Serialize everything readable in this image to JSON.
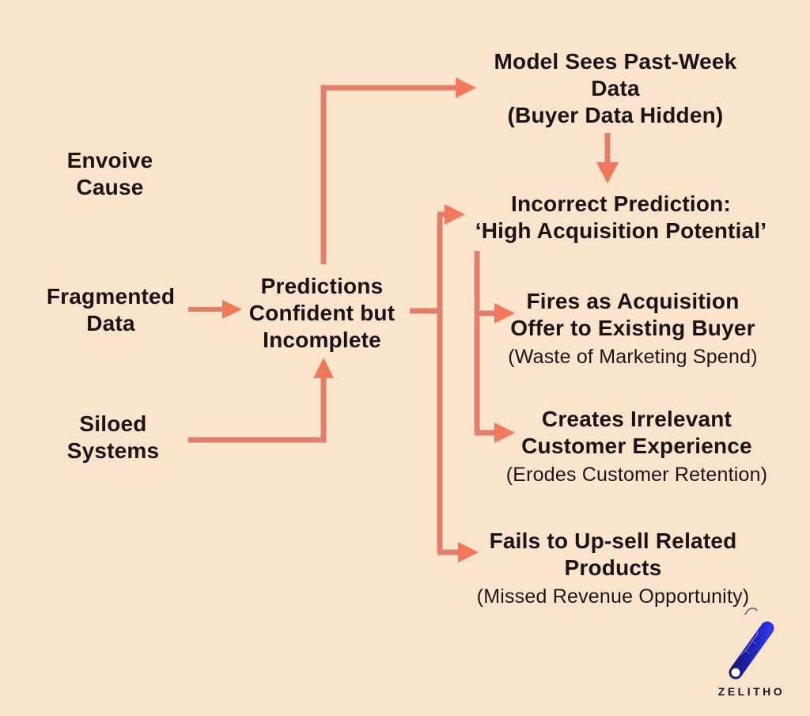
{
  "theme": {
    "bg": "#fce4cc",
    "text": "#1c1318",
    "line": "#e0806b",
    "arrowhead": "#f2785c",
    "logo-dark": "#141062",
    "logo-mid": "#1d1faa",
    "logo-bright": "#2e36e8",
    "logo-text": "#1a1122"
  },
  "diagram": {
    "cause_label": {
      "line1": "Envoive",
      "line2": "Cause"
    },
    "causes": {
      "fragmented": {
        "line1": "Fragmented",
        "line2": "Data"
      },
      "siloed": {
        "line1": "Siloed",
        "line2": "Systems"
      }
    },
    "central": {
      "line1": "Predictions",
      "line2": "Confident but",
      "line3": "Incomplete"
    },
    "model_sees": {
      "line1": "Model Sees Past-Week",
      "line2": "Data",
      "line3": "(Buyer Data Hidden)"
    },
    "incorrect_prediction": {
      "line1": "Incorrect Prediction:",
      "line2": "‘High Acquisition Potential’"
    },
    "outcomes": [
      {
        "line1": "Fires as Acquisition",
        "line2": "Offer to Existing Buyer",
        "note": "(Waste of Marketing Spend)"
      },
      {
        "line1": "Creates Irrelevant",
        "line2": "Customer Experience",
        "note": "(Erodes Customer Retention)"
      },
      {
        "line1": "Fails to Up-sell Related",
        "line2": "Products",
        "note": "(Missed Revenue Opportunity)"
      }
    ]
  },
  "logo": {
    "brand": "ZELITHO"
  }
}
